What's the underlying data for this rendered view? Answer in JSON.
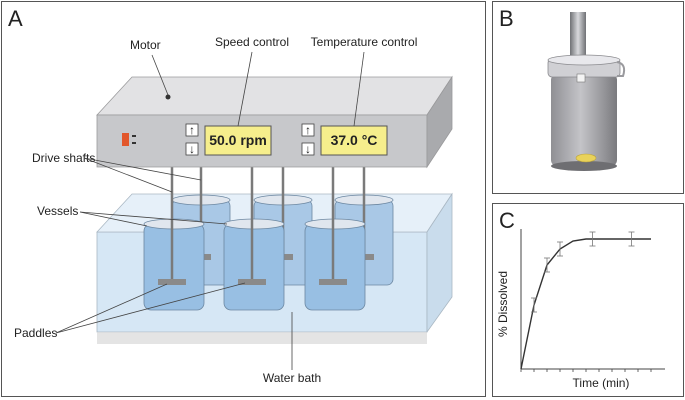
{
  "panels": {
    "a": {
      "letter": "A"
    },
    "b": {
      "letter": "B"
    },
    "c": {
      "letter": "C"
    }
  },
  "apparatus": {
    "motor_label": "Motor",
    "speed_label": "Speed control",
    "temperature_label": "Temperature control",
    "speed_display": "50.0 rpm",
    "temperature_display": "37.0 °C",
    "drive_shafts_label": "Drive shafts",
    "vessels_label": "Vessels",
    "paddles_label": "Paddles",
    "water_bath_label": "Water bath",
    "up_arrow_glyph": "↑",
    "down_arrow_glyph": "↓"
  },
  "colors": {
    "display_bg": "#f6ee8c",
    "motor_top": "#e2e2e4",
    "motor_front": "#c7c8cb",
    "water": "#cfe3f3",
    "vessel_liquid": "#8fb9e0",
    "indicator": "#e2572b"
  },
  "chart_data": {
    "type": "line",
    "title": "",
    "xlabel": "Time (min)",
    "ylabel": "% Dissolved",
    "x": [
      0,
      1,
      2,
      3,
      4,
      5,
      6,
      7,
      8,
      9,
      10
    ],
    "series": [
      {
        "values": [
          0,
          32,
          52,
          60,
          64,
          65,
          65,
          65,
          65,
          65,
          65
        ]
      }
    ],
    "error_points": [
      {
        "x": 1,
        "y": 32
      },
      {
        "x": 2,
        "y": 52
      },
      {
        "x": 3,
        "y": 60
      },
      {
        "x": 5.5,
        "y": 65
      },
      {
        "x": 8.5,
        "y": 65
      }
    ],
    "xlim": [
      0,
      10
    ],
    "ylim": [
      0,
      70
    ],
    "grid": false
  }
}
